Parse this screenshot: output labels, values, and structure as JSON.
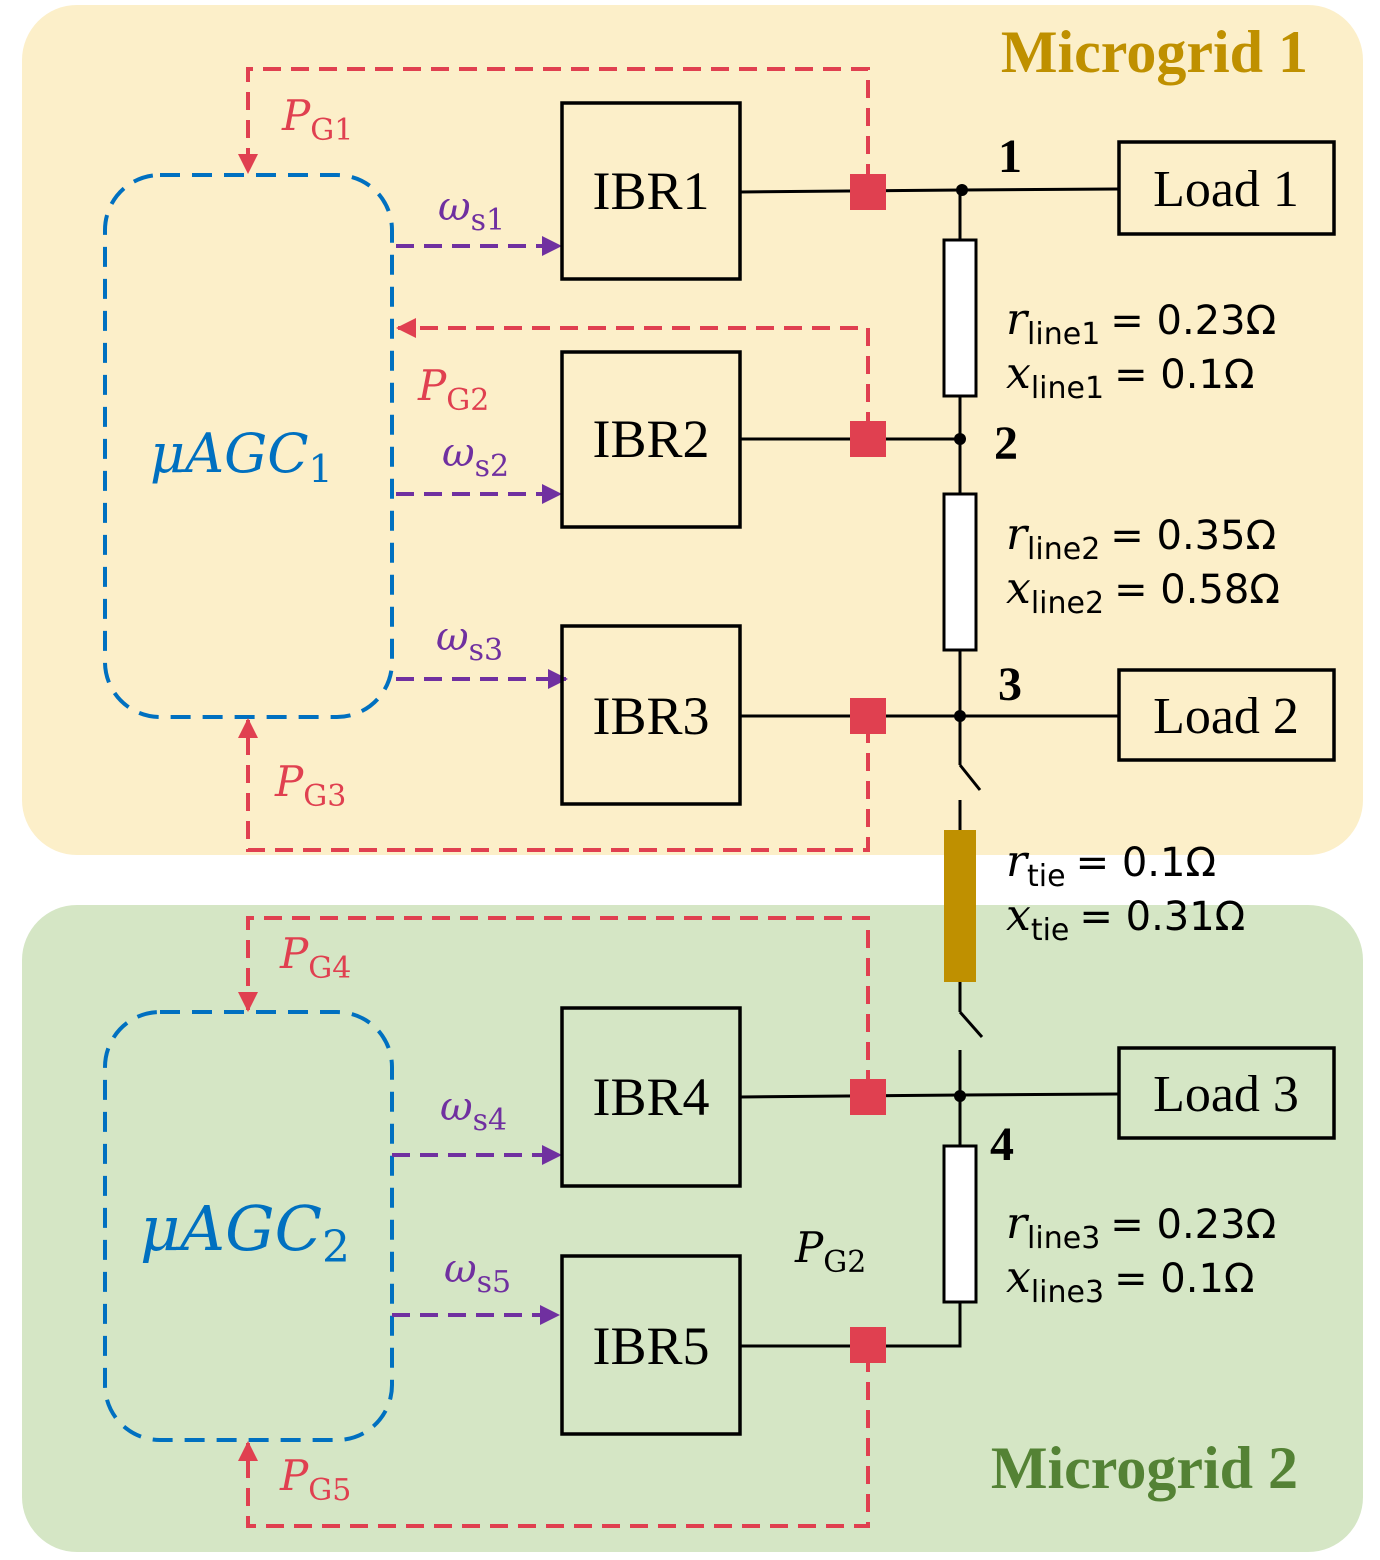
{
  "colors": {
    "microgrid1_bg": "#fcefc9",
    "microgrid2_bg": "#d5e6c5",
    "microgrid1_title": "#bf9000",
    "microgrid2_title": "#548235",
    "controller": "#0070c0",
    "power_signal": "#e04050",
    "freq_signal": "#7030a0",
    "tie_line": "#bf9000",
    "wire": "#000000"
  },
  "microgrids": [
    {
      "title": "Microgrid 1"
    },
    {
      "title": "Microgrid 2"
    }
  ],
  "controllers": [
    {
      "base": "μAGC",
      "sub": "1"
    },
    {
      "base": "μAGC",
      "sub": "2"
    }
  ],
  "ibrs": [
    {
      "label": "IBR1"
    },
    {
      "label": "IBR2"
    },
    {
      "label": "IBR3"
    },
    {
      "label": "IBR4"
    },
    {
      "label": "IBR5"
    }
  ],
  "loads": [
    {
      "label": "Load 1"
    },
    {
      "label": "Load 2"
    },
    {
      "label": "Load 3"
    }
  ],
  "buses": [
    {
      "label": "1"
    },
    {
      "label": "2"
    },
    {
      "label": "3"
    },
    {
      "label": "4"
    }
  ],
  "power_signals": [
    {
      "base": "P",
      "sub": "G1"
    },
    {
      "base": "P",
      "sub": "G2"
    },
    {
      "base": "P",
      "sub": "G3"
    },
    {
      "base": "P",
      "sub": "G4"
    },
    {
      "base": "P",
      "sub": "G5"
    },
    {
      "base": "P",
      "sub": "G2"
    }
  ],
  "freq_signals": [
    {
      "base": "ω",
      "sub": "s1"
    },
    {
      "base": "ω",
      "sub": "s2"
    },
    {
      "base": "ω",
      "sub": "s3"
    },
    {
      "base": "ω",
      "sub": "s4"
    },
    {
      "base": "ω",
      "sub": "s5"
    }
  ],
  "impedances": [
    {
      "r_sub": "line1",
      "r_val": "= 0.23Ω",
      "x_sub": "line1",
      "x_val": "= 0.1Ω"
    },
    {
      "r_sub": "line2",
      "r_val": "= 0.35Ω",
      "x_sub": "line2",
      "x_val": "= 0.58Ω"
    },
    {
      "r_sub": "tie",
      "r_val": "= 0.1Ω",
      "x_sub": "tie",
      "x_val": "= 0.31Ω"
    },
    {
      "r_sub": "line3",
      "r_val": "= 0.23Ω",
      "x_sub": "line3",
      "x_val": "= 0.1Ω"
    }
  ],
  "impedance_symbols": {
    "r": "r",
    "x": "x"
  }
}
